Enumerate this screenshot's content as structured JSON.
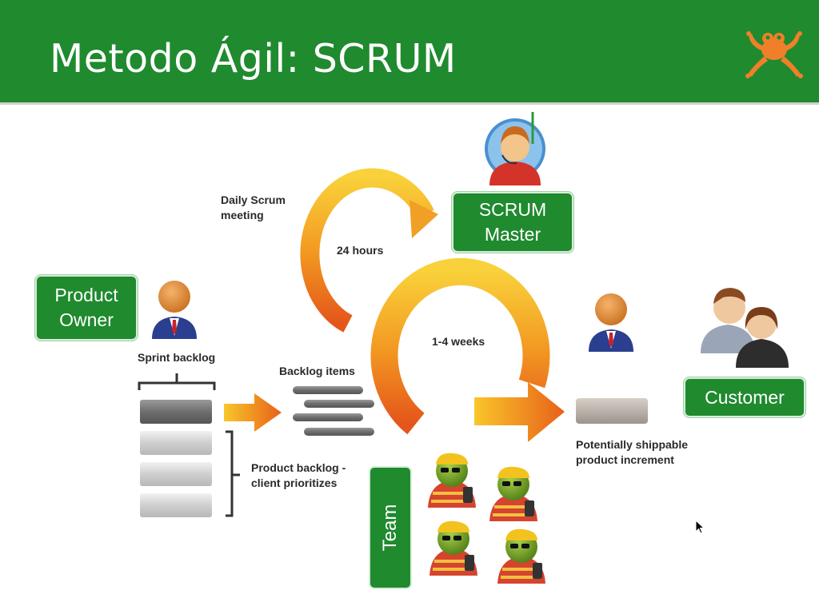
{
  "slide": {
    "title": "Metodo Ágil: SCRUM",
    "header_color": "#1f8a2e"
  },
  "roles": {
    "scrum_master": [
      "SCRUM",
      "Master"
    ],
    "product_owner": [
      "Product",
      "Owner"
    ],
    "customer": "Customer",
    "team": "Team"
  },
  "labels": {
    "daily_scrum": [
      "Daily Scrum",
      "meeting"
    ],
    "hours": "24 hours",
    "weeks": "1-4 weeks",
    "sprint_backlog": "Sprint backlog",
    "backlog_items": "Backlog items",
    "product_backlog": [
      "Product backlog -",
      "client prioritizes"
    ],
    "increment": [
      "Potentially shippable",
      "product increment"
    ]
  },
  "colors": {
    "arrow_light": "#f7c21d",
    "arrow_dark": "#e8601a",
    "box_green": "#1f8a2e"
  },
  "icons": [
    "frog-logo-icon",
    "scrum-master-avatar-icon",
    "product-owner-avatar-icon",
    "stakeholder-avatar-icon",
    "customer-couple-icon",
    "team-member-icon",
    "mouse-cursor-icon"
  ]
}
